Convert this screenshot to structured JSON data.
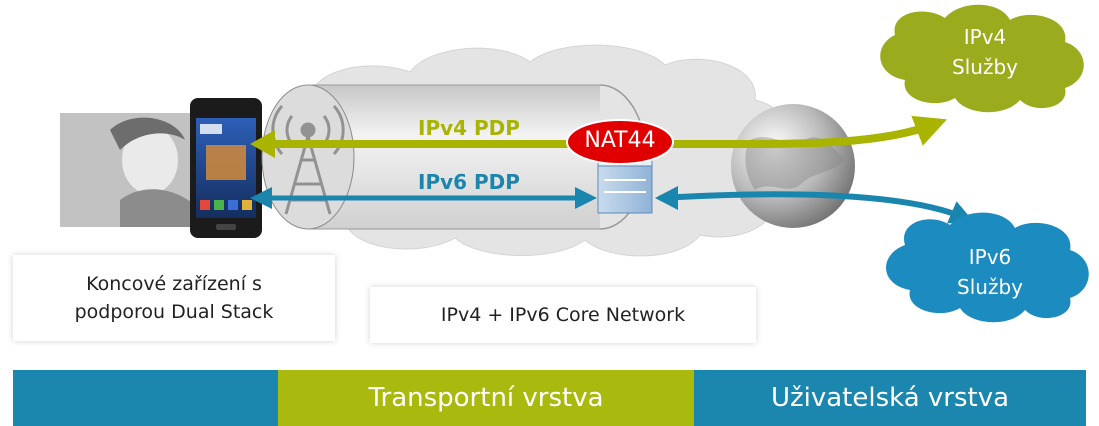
{
  "device_box": {
    "line1": "Koncové zařízení s",
    "line2": "podporou Dual Stack"
  },
  "core_box": {
    "label": "IPv4 + IPv6 Core Network"
  },
  "ipv4_pdp": "IPv4 PDP",
  "ipv6_pdp": "IPv6 PDP",
  "nat": "NAT44",
  "cloud_ipv4": {
    "line1": "IPv4",
    "line2": "Služby"
  },
  "cloud_ipv6": {
    "line1": "IPv6",
    "line2": "Služby"
  },
  "bands": {
    "transport": "Transportní vrstva",
    "user": "Uživatelská vrstva"
  },
  "colors": {
    "ipv4": "#a8b400",
    "ipv6": "#1a86ad",
    "service_cloud_green": "#9bab1e",
    "service_cloud_blue": "#1c8bc0",
    "nat": "#e00000",
    "band_blue": "#1b86ae",
    "band_green": "#aab90e"
  }
}
